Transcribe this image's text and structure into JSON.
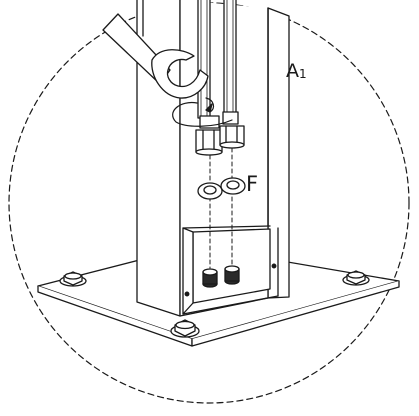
{
  "labels": {
    "cabinet_main": "A",
    "cabinet_sub": "1",
    "washer": "F"
  },
  "colors": {
    "line": "#1a1a1a",
    "fill": "#ffffff",
    "shade": "#bdbdbd",
    "dark": "#2a2a2a"
  }
}
